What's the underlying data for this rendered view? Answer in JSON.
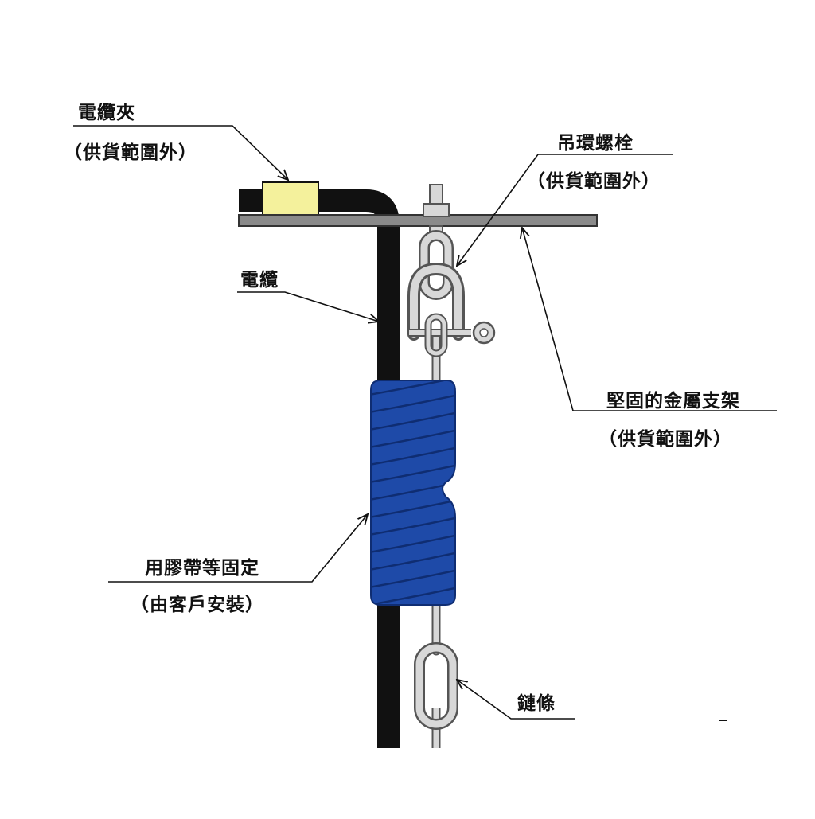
{
  "colors": {
    "background": "#ffffff",
    "cable": "#111111",
    "bracket": "#8a8a8a",
    "cable_clamp": "#f4f19c",
    "tape": "#1e4aa8",
    "tape_stripe": "#0f2d72",
    "chain": "#d8d8d8",
    "hardware_outline": "#555555",
    "leader_line": "#111111"
  },
  "labels": {
    "cable_clamp": {
      "title": "電纜夾",
      "note": "（供貨範圍外）"
    },
    "eye_bolt": {
      "title": "吊環螺栓",
      "note": "（供貨範圍外）"
    },
    "cable": {
      "title": "電纜"
    },
    "metal_bracket": {
      "title": "堅固的金屬支架",
      "note": "（供貨範圍外）"
    },
    "tape_fixing": {
      "title": "用膠帶等固定",
      "note": "（由客戶安裝）"
    },
    "chain": {
      "title": "鏈條"
    }
  }
}
